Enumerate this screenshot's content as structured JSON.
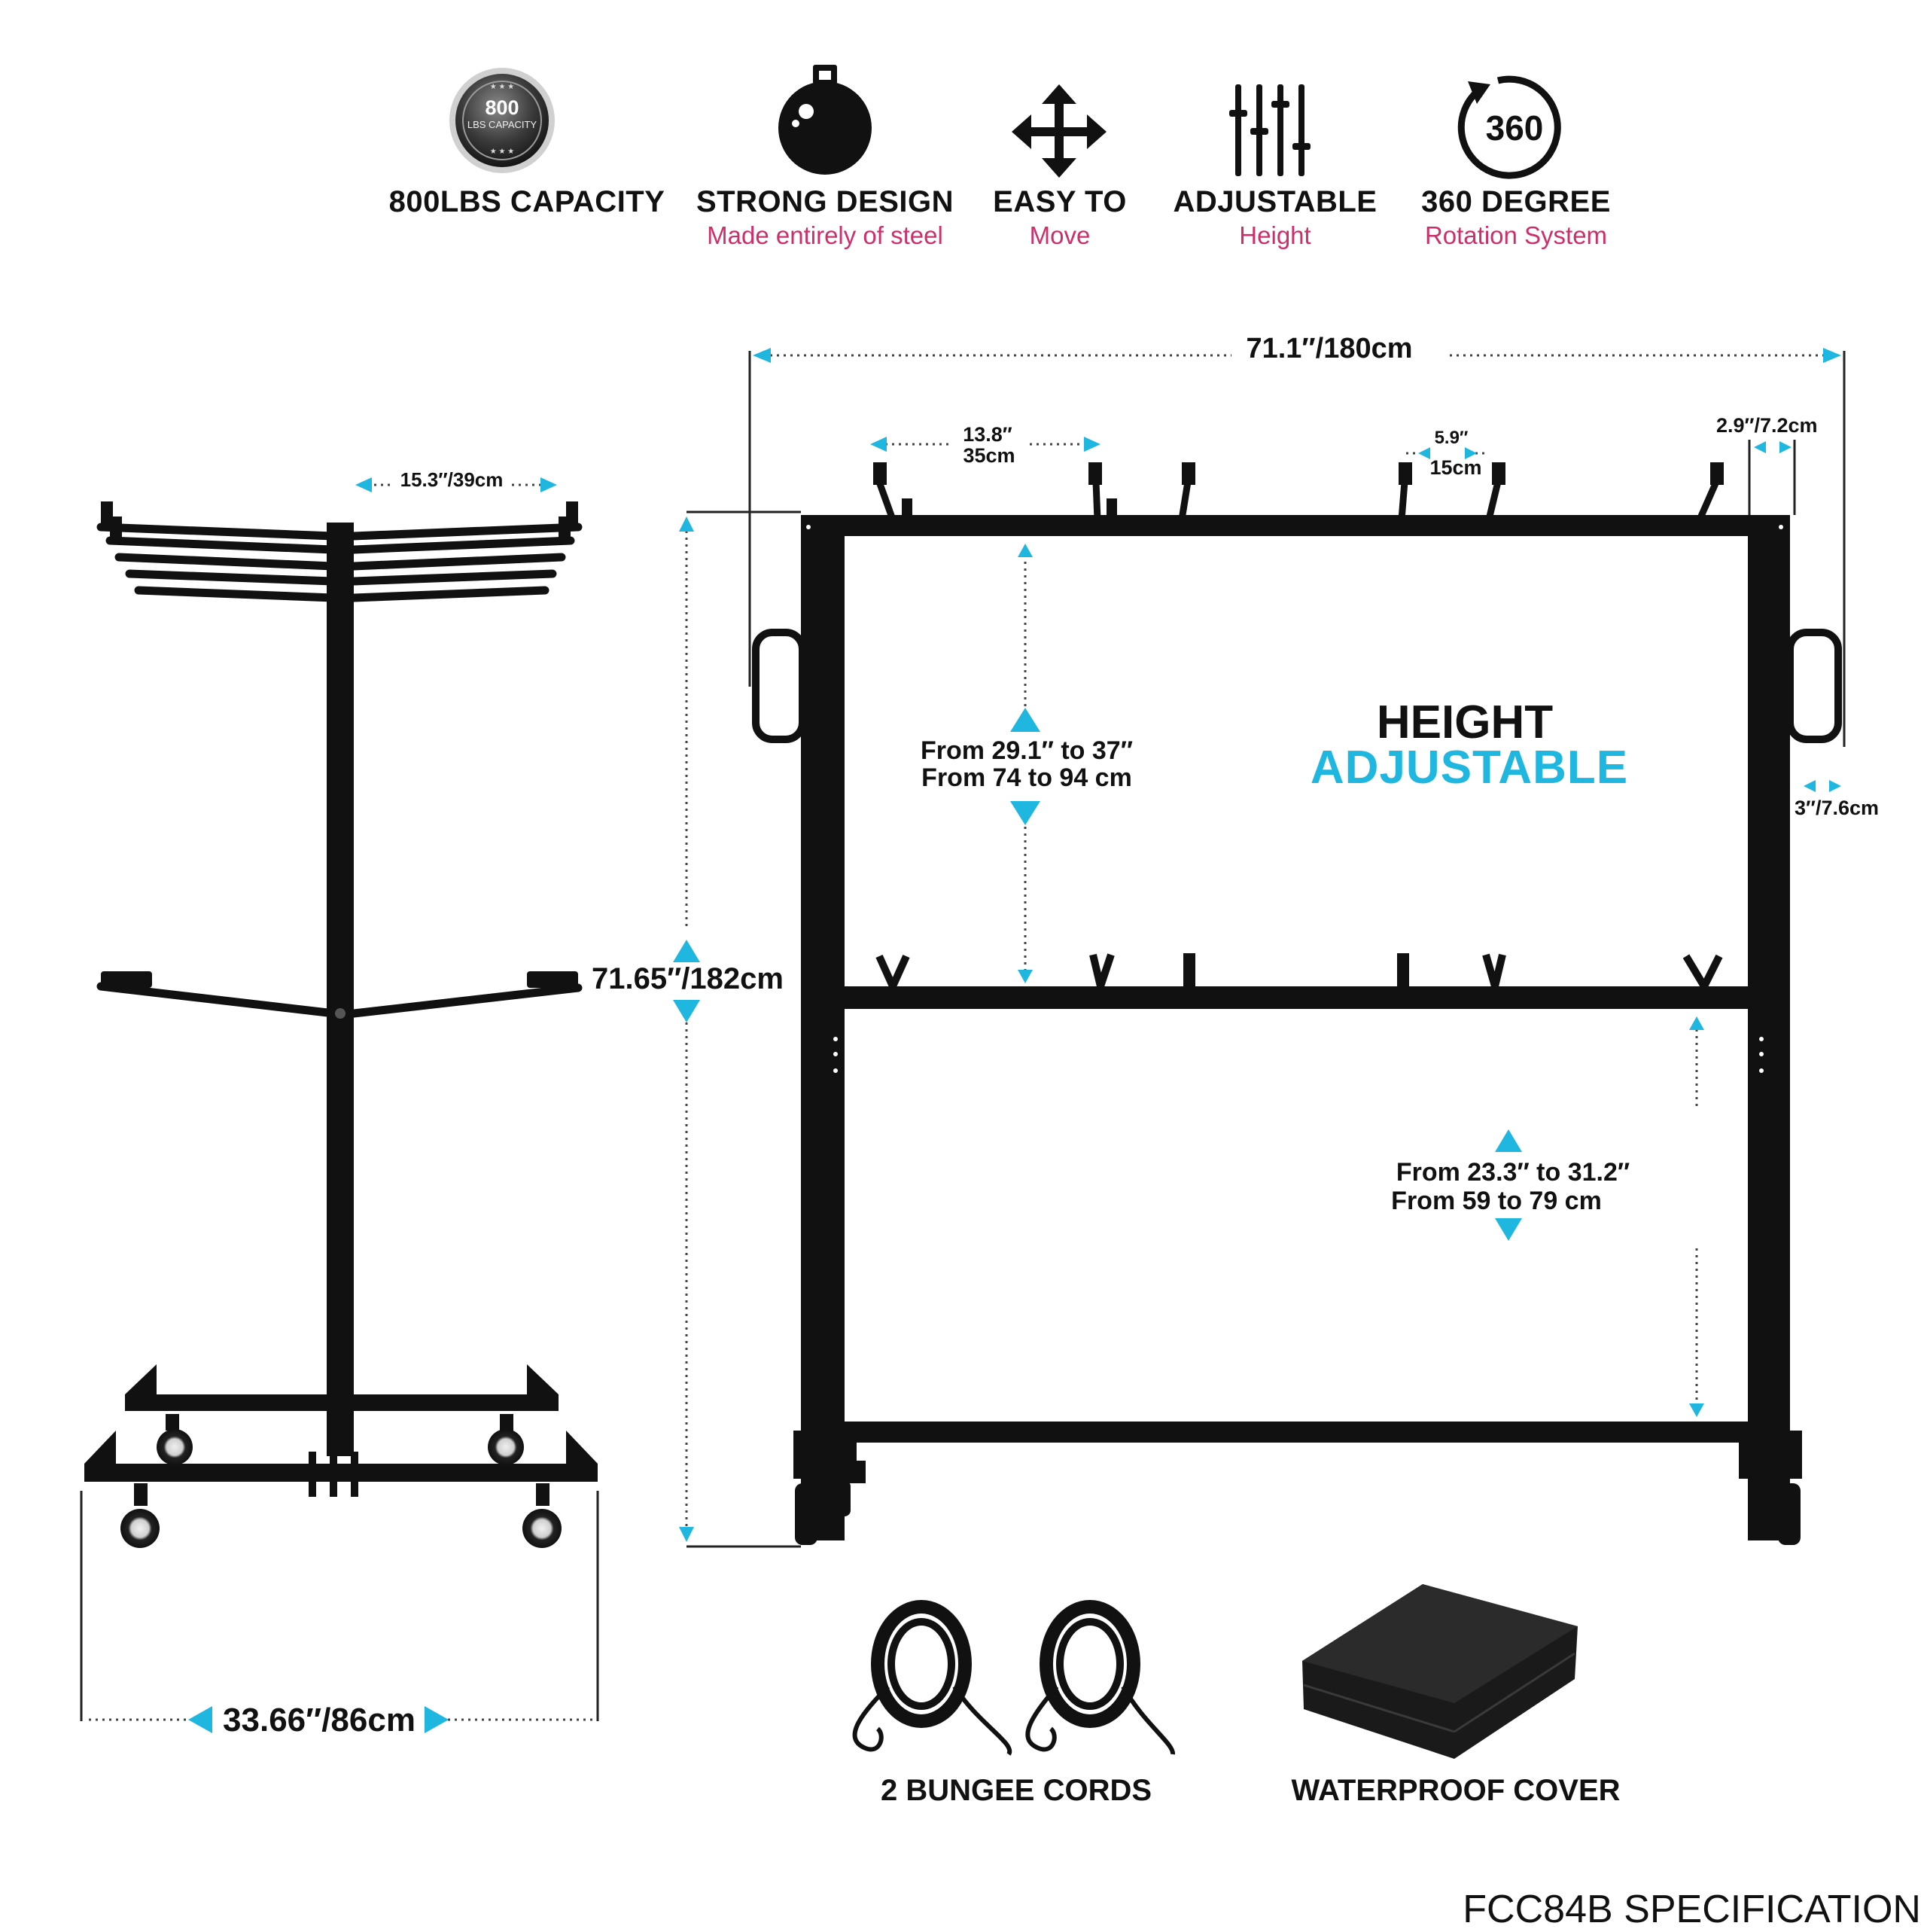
{
  "features": [
    {
      "icon": "capacity-badge-icon",
      "badge_number": "800",
      "badge_text": "LBS CAPACITY",
      "title": "800LBS CAPACITY",
      "subtitle": ""
    },
    {
      "icon": "steel-ball-icon",
      "title": "STRONG DESIGN",
      "subtitle": "Made entirely of steel"
    },
    {
      "icon": "move-arrows-icon",
      "title": "EASY TO",
      "subtitle": "Move"
    },
    {
      "icon": "adjust-sliders-icon",
      "title": "ADJUSTABLE",
      "subtitle": "Height"
    },
    {
      "icon": "rotate-360-icon",
      "badge_number": "360",
      "title": "360 DEGREE",
      "subtitle": "Rotation System"
    }
  ],
  "dimensions": {
    "total_width": "71.1″/180cm",
    "hook_spacing_in": "13.8″",
    "hook_spacing_cm": "35cm",
    "small_spacing_in": "5.9″",
    "small_spacing_cm": "15cm",
    "end_offset": "2.9″/7.2cm",
    "handle_depth": "3″/7.6cm",
    "top_width": "15.3″/39cm",
    "total_height": "71.65″/182cm",
    "base_width": "33.66″/86cm",
    "upper_range_in": "From 29.1″ to 37″",
    "upper_range_cm": "From 74 to 94 cm",
    "lower_range_in": "From 23.3″ to 31.2″",
    "lower_range_cm": "From 59 to 79 cm"
  },
  "headline": {
    "line1": "HEIGHT",
    "line2": "ADJUSTABLE"
  },
  "accessories": [
    {
      "icon": "bungee-cord-icon",
      "label": "2 BUNGEE CORDS"
    },
    {
      "icon": "waterproof-cover-icon",
      "label": "WATERPROOF COVER"
    }
  ],
  "model_label": "FCC84B SPECIFICATION",
  "colors": {
    "accent": "#1fb7e0",
    "subtitle": "#cc2f6a",
    "frame": "#111111"
  }
}
